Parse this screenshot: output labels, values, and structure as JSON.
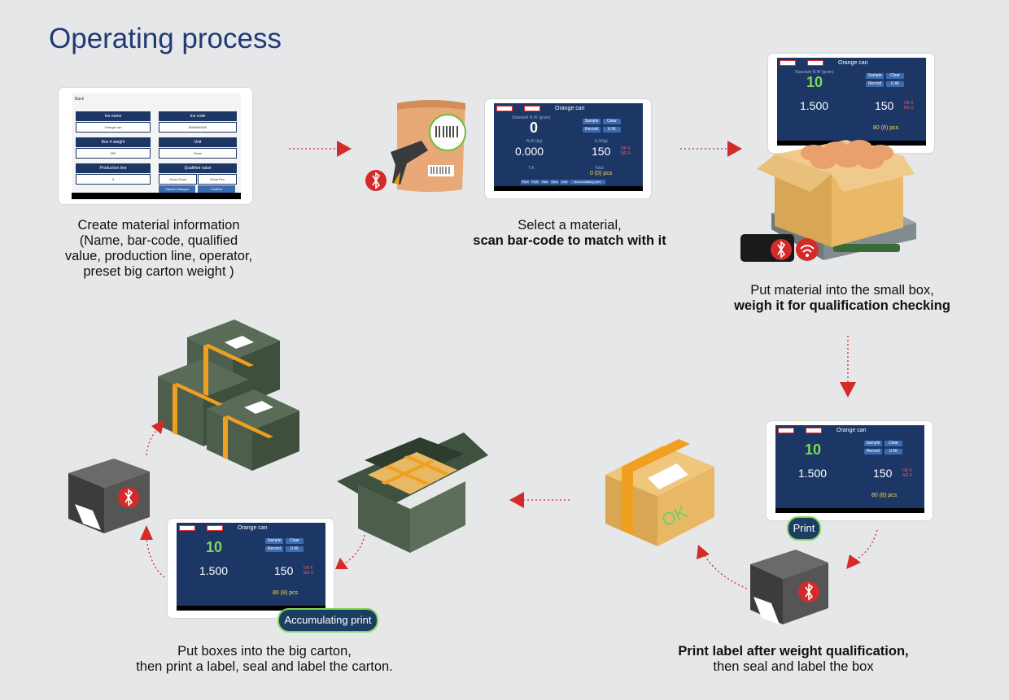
{
  "title": "Operating process",
  "steps": {
    "s1": {
      "line1": "Create material information",
      "line2": "(Name, bar-code, qualified",
      "line3": "value, production line, operator,",
      "line4": "preset big carton weight )"
    },
    "s2": {
      "line1": "Select a material,",
      "line2": "scan bar-code to match with it"
    },
    "s3": {
      "line1": "Put material into the small box,",
      "line2": "weigh it for qualification checking"
    },
    "s4": {
      "line1": "Print label after weight qualification,",
      "line2": "then seal and label the box"
    },
    "s5": {
      "line1": "Put boxes into the big carton,",
      "line2": "then print a label, seal and label the carton."
    }
  },
  "form_screen": {
    "back": "Back",
    "fields": [
      "Ins name",
      "Ins code",
      "Box 4 weight",
      "Unit",
      "Production line",
      "Qualified value"
    ],
    "values": [
      "Orange can",
      "6060600000",
      "300",
      "Gram",
      "3",
      "Gram Gram",
      "Gram Pcs"
    ],
    "buttons": [
      "Cancel changes",
      "Confirm"
    ]
  },
  "scale_screen": {
    "title": "Orange can",
    "standard_label": "Standard N.W (gram)",
    "weight_label": "N.W (kg)",
    "uw_label": "U.W(g)",
    "total_label": "Total",
    "ta_label": "T.A",
    "sample": "Sample",
    "clear": "Clear",
    "record": "Record",
    "uw": "U.W.",
    "bottom_buttons": [
      "Print",
      "PLID",
      "Tare",
      "Zero",
      "Unit",
      "Accumulating print"
    ],
    "ok_mark": "OK",
    "ng_mark": "NG",
    "empty": {
      "standard": "0",
      "weight": "0.000",
      "uw": "150",
      "total": "0 (0) pcs",
      "ok": "0",
      "ng": "0"
    },
    "full": {
      "standard": "10",
      "weight": "1.500",
      "uw": "150",
      "total": "80 (8) pcs",
      "ok": "5",
      "ng": "0"
    }
  },
  "callouts": {
    "print": "Print",
    "accumulating": "Accumulating print"
  },
  "box_mark": "OK",
  "colors": {
    "title": "#203a74",
    "arrow": "#d42a2a",
    "screen": "#1c3766",
    "box": "#e5b663",
    "carton": "#4e5e4c",
    "tape": "#f0a020",
    "callout_border": "#7ed957"
  }
}
